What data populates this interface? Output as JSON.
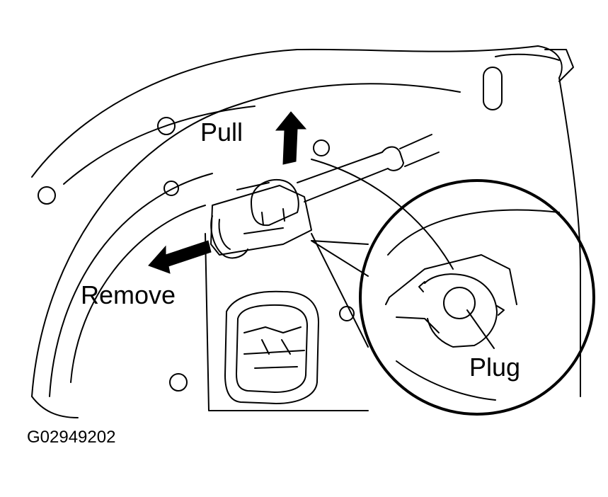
{
  "labels": {
    "pull": "Pull",
    "remove": "Remove",
    "plug": "Plug"
  },
  "figure_code": "G02949202",
  "colors": {
    "ink": "#000000",
    "paper": "#ffffff"
  },
  "icons": {
    "pull_arrow": "arrow-up-icon",
    "remove_arrow": "arrow-left-icon"
  }
}
